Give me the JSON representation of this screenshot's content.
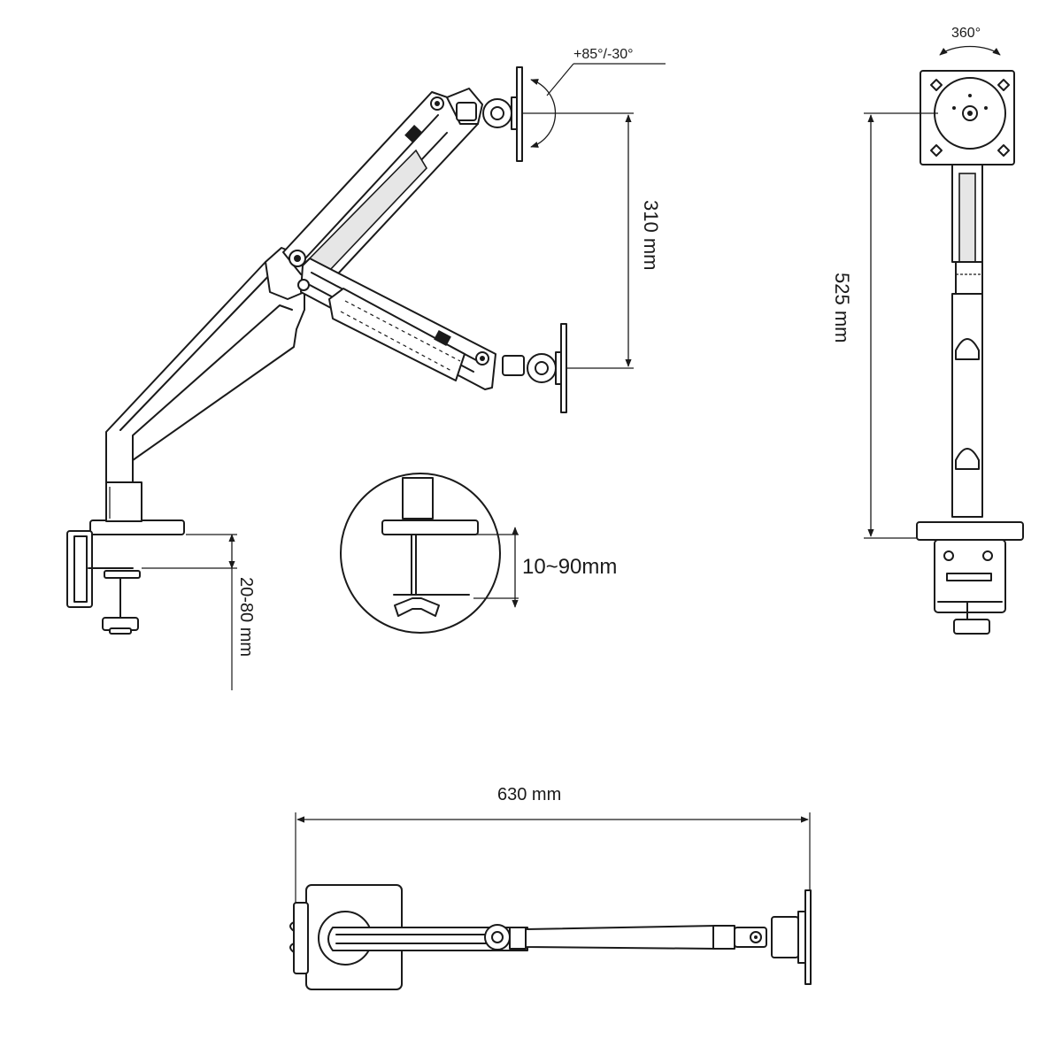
{
  "dimensions": {
    "tilt_angle": "+85°/-30°",
    "rotation": "360°",
    "height_range": "310 mm",
    "total_height": "525 mm",
    "desk_clamp_range": "20-80 mm",
    "grommet_range": "10~90mm",
    "arm_reach": "630 mm"
  },
  "colors": {
    "line": "#1a1a1a",
    "background": "#ffffff",
    "fill_light": "#e6e6e6"
  }
}
